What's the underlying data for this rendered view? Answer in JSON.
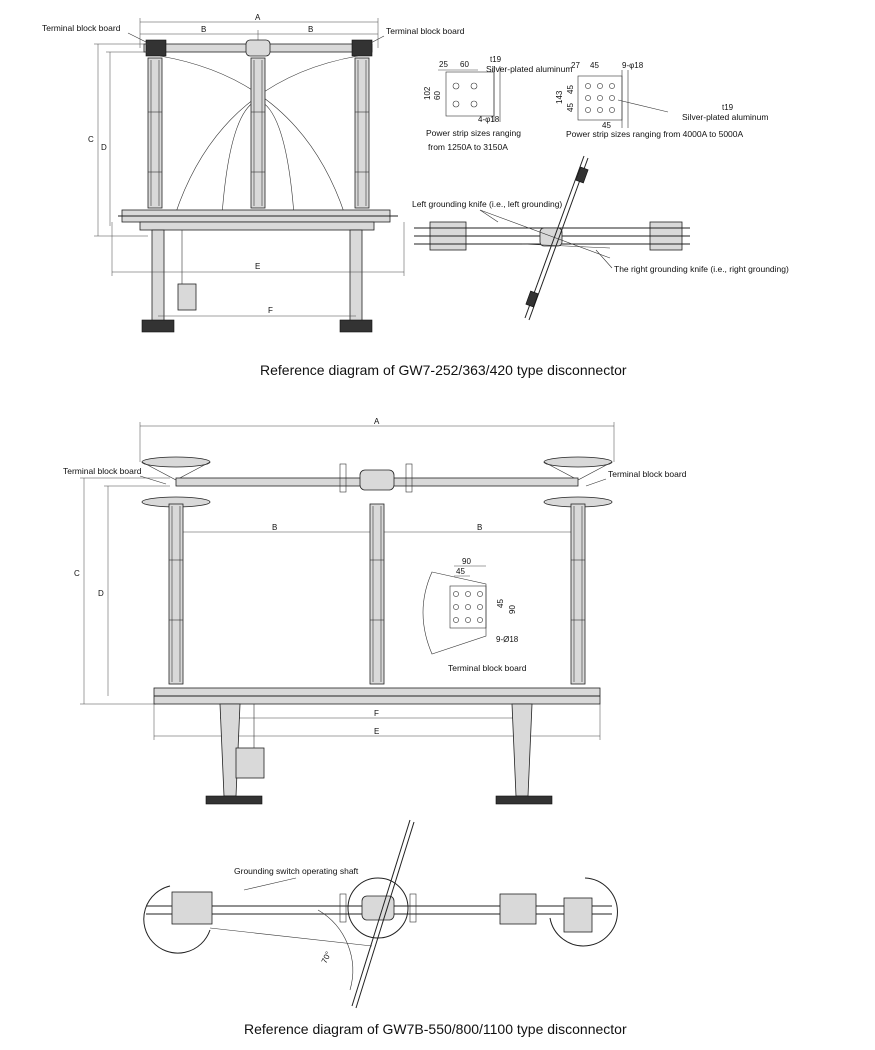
{
  "top": {
    "caption": "Reference diagram of GW7-252/363/420 type disconnector",
    "label_terminal_left": "Terminal block board",
    "label_terminal_right": "Terminal block board",
    "dims": {
      "a": "A",
      "b1": "B",
      "b2": "B",
      "c": "C",
      "d": "D",
      "e": "E",
      "f": "F"
    },
    "strip_small": {
      "t": "t19",
      "material": "Silver-plated aluminum",
      "dim_25": "25",
      "dim_60": "60",
      "dim_102": "102",
      "dim_60v": "60",
      "holes": "4-φ18",
      "note_line1": "Power strip sizes ranging",
      "note_line2": "from 1250A to 3150A"
    },
    "strip_large": {
      "dim_27": "27",
      "dim_45": "45",
      "holes": "9-φ18",
      "dim_143": "143",
      "dim_45a": "45",
      "dim_45b": "45",
      "dim_45c": "45",
      "t": "t19",
      "material": "Silver-plated aluminum",
      "note": "Power strip sizes ranging from 4000A to 5000A"
    },
    "label_left_ground": "Left grounding knife (i.e., left grounding)",
    "label_right_ground": "The right grounding knife (i.e., right grounding)"
  },
  "bottom": {
    "caption": "Reference diagram of GW7B-550/800/1100 type disconnector",
    "label_terminal_left": "Terminal block board",
    "label_terminal_right": "Terminal block board",
    "dims": {
      "a": "A",
      "b1": "B",
      "b2": "B",
      "c": "C",
      "d": "D",
      "e": "E",
      "f": "F"
    },
    "board": {
      "dim_90": "90",
      "dim_45": "45",
      "dim_45v": "45",
      "dim_90v": "90",
      "holes": "9-Ø18",
      "label": "Terminal block board"
    },
    "label_ground_shaft": "Grounding switch operating shaft",
    "angle_label": "70°"
  }
}
